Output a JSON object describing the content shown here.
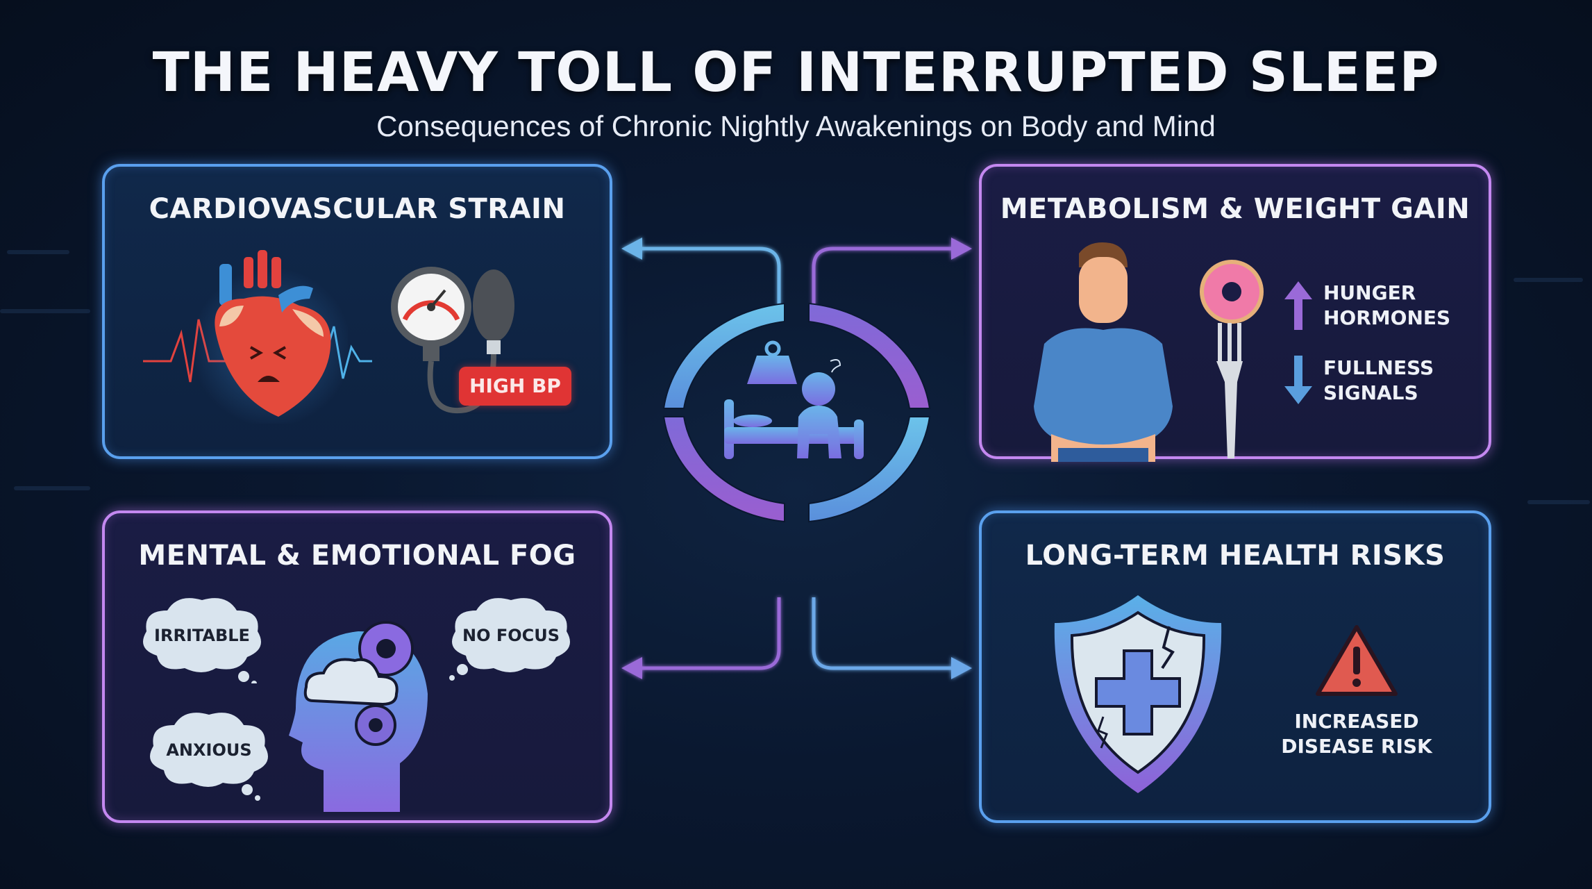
{
  "header": {
    "title": "THE HEAVY TOLL OF INTERRUPTED SLEEP",
    "subtitle": "Consequences of Chronic Nightly Awakenings on Body and Mind"
  },
  "center": {
    "icon": "person-sitting-on-bed-with-weight-icon",
    "ring_colors": [
      "#5fb4e6",
      "#8a60d0"
    ]
  },
  "cards": [
    {
      "id": "cardiovascular",
      "title": "CARDIOVASCULAR STRAIN",
      "border_color": "#5aa0ee",
      "icons": [
        "distressed-heart-icon",
        "ecg-line-icon",
        "blood-pressure-gauge-icon"
      ],
      "badge": "HIGH BP",
      "badge_color": "#e03434"
    },
    {
      "id": "metabolism",
      "title": "METABOLISM & WEIGHT GAIN",
      "border_color": "#c488f0",
      "icons": [
        "overweight-man-icon",
        "donut-on-fork-icon",
        "arrow-up-icon",
        "arrow-down-icon"
      ],
      "items": [
        {
          "direction": "up",
          "line1": "HUNGER",
          "line2": "HORMONES",
          "arrow_color": "#9a6ad8"
        },
        {
          "direction": "down",
          "line1": "FULLNESS",
          "line2": "SIGNALS",
          "arrow_color": "#5a9ede"
        }
      ]
    },
    {
      "id": "mental",
      "title": "MENTAL & EMOTIONAL FOG",
      "border_color": "#c488f0",
      "icons": [
        "head-with-cloud-and-gears-icon",
        "thought-cloud-icon"
      ],
      "clouds": [
        "IRRITABLE",
        "NO FOCUS",
        "ANXIOUS"
      ]
    },
    {
      "id": "longterm",
      "title": "LONG-TERM HEALTH RISKS",
      "border_color": "#5aa0ee",
      "icons": [
        "cracked-shield-with-cross-icon",
        "warning-triangle-icon"
      ],
      "warning_line1": "INCREASED",
      "warning_line2": "DISEASE RISK",
      "warning_color": "#e05a50"
    }
  ]
}
